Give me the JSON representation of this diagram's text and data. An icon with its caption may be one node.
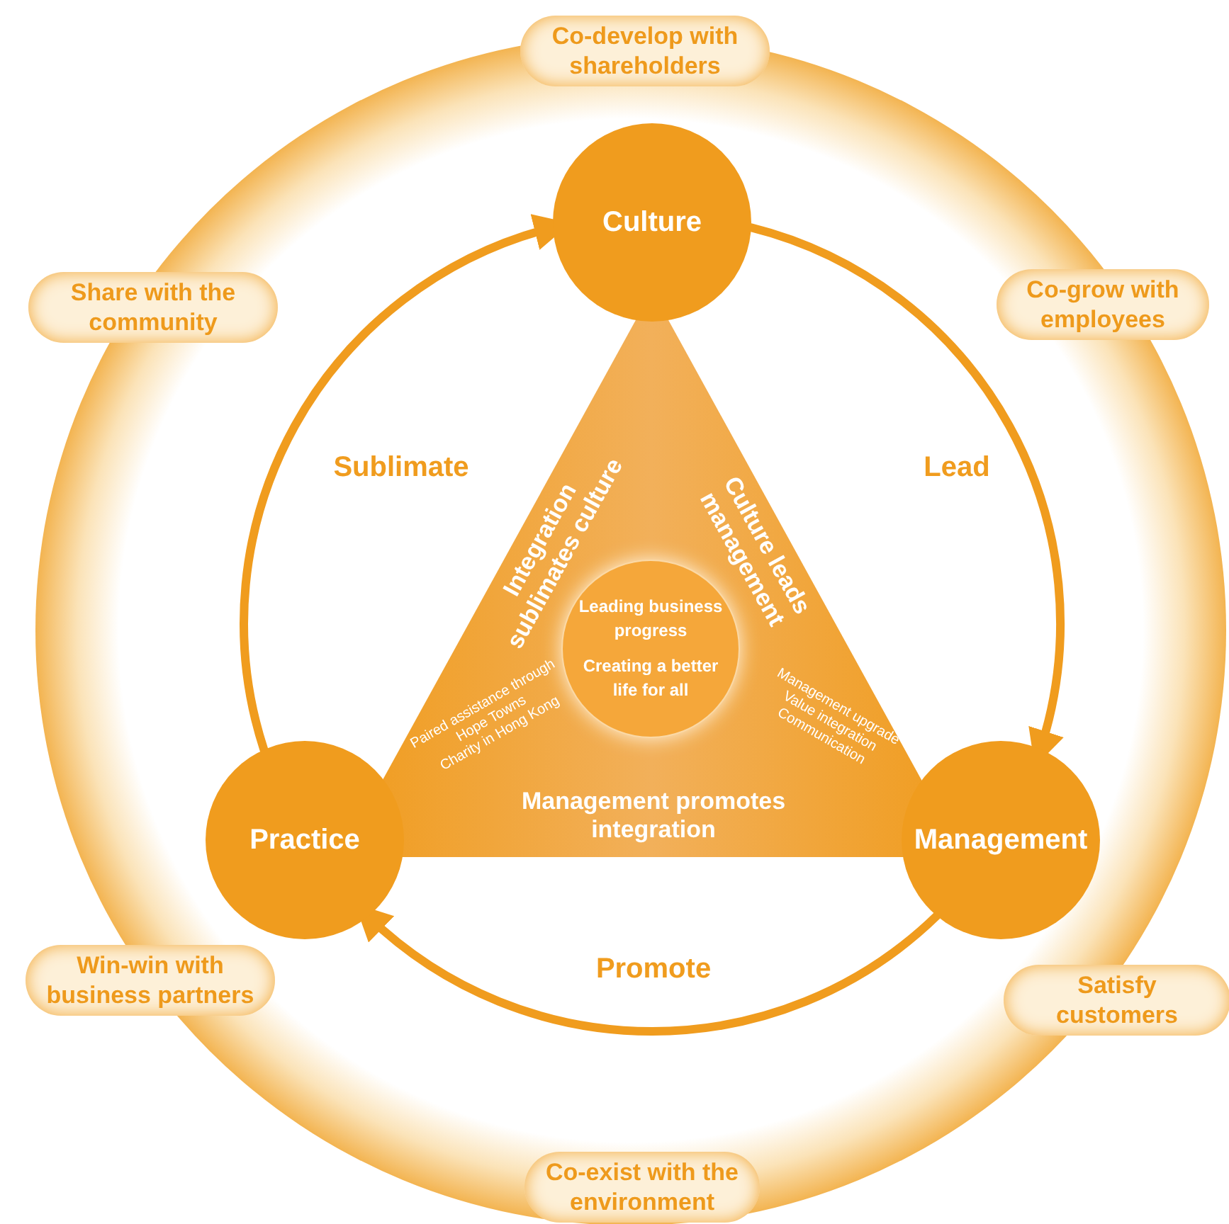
{
  "diagram": {
    "nodes": [
      {
        "text": [
          "Co-develop with shareholders"
        ]
      },
      {
        "text": [
          "Culture"
        ]
      },
      {
        "text": [
          "Share with the community"
        ]
      },
      {
        "text": [
          "Co-grow with employees"
        ]
      },
      {
        "text": [
          "Integration sublimates culture",
          "Culture leads management",
          "Management promotes integration"
        ]
      },
      {
        "text": [
          "Leading business progress",
          "Creating a better life for all"
        ],
        "in": 4
      },
      {
        "text": [
          "Practice"
        ]
      },
      {
        "text": [
          "Management"
        ]
      },
      {
        "text": [
          "Win-win with business partners"
        ]
      },
      {
        "text": [
          "Satisfy customers"
        ]
      },
      {
        "text": [
          "Co-exist with the environment"
        ]
      }
    ],
    "edges": [
      {
        "from": 1,
        "to": 7,
        "arrow": "to",
        "label": "Lead"
      },
      {
        "from": 7,
        "to": 6,
        "arrow": "to",
        "label": "Promote"
      },
      {
        "from": 6,
        "to": 1,
        "arrow": "to",
        "label": "Sublimate"
      }
    ],
    "labels": [
      "Paired assistance through",
      "Hope Towns",
      "Charity in Hong Kong",
      "Management upgrade",
      "Value integration",
      "Communication"
    ]
  }
}
